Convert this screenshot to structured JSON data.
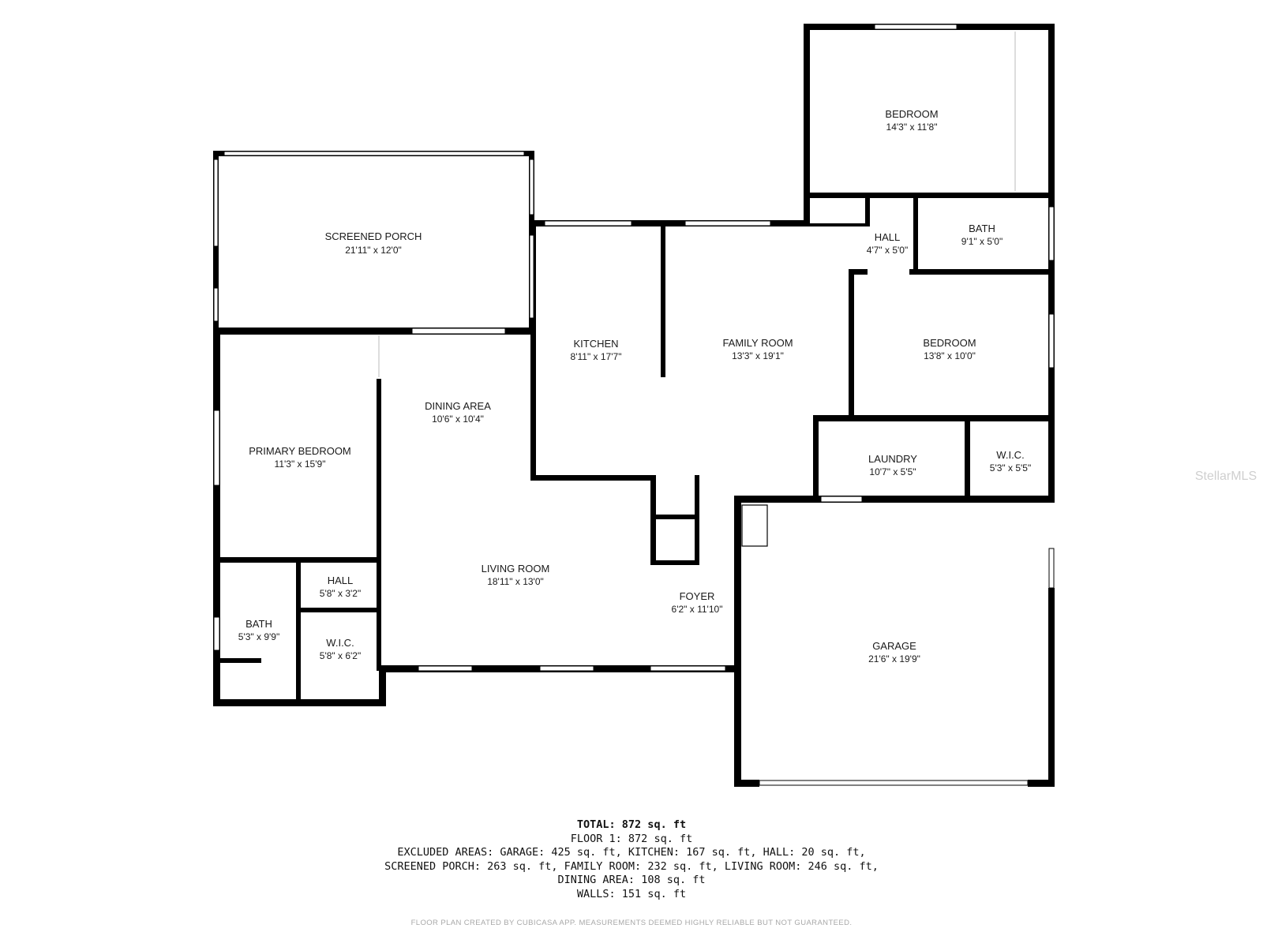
{
  "rooms": {
    "screened_porch": {
      "name": "SCREENED PORCH",
      "dims": "21'11\" x 12'0\""
    },
    "kitchen": {
      "name": "KITCHEN",
      "dims": "8'11\" x 17'7\""
    },
    "family_room": {
      "name": "FAMILY ROOM",
      "dims": "13'3\" x 19'1\""
    },
    "bedroom_top": {
      "name": "BEDROOM",
      "dims": "14'3\" x 11'8\""
    },
    "hall_top": {
      "name": "HALL",
      "dims": "4'7\" x 5'0\""
    },
    "bath_top": {
      "name": "BATH",
      "dims": "9'1\" x 5'0\""
    },
    "bedroom_mid": {
      "name": "BEDROOM",
      "dims": "13'8\" x 10'0\""
    },
    "dining_area": {
      "name": "DINING AREA",
      "dims": "10'6\" x 10'4\""
    },
    "primary_bedroom": {
      "name": "PRIMARY BEDROOM",
      "dims": "11'3\" x 15'9\""
    },
    "laundry": {
      "name": "LAUNDRY",
      "dims": "10'7\" x 5'5\""
    },
    "wic_right": {
      "name": "W.I.C.",
      "dims": "5'3\" x 5'5\""
    },
    "hall_left": {
      "name": "HALL",
      "dims": "5'8\" x 3'2\""
    },
    "living_room": {
      "name": "LIVING ROOM",
      "dims": "18'11\" x 13'0\""
    },
    "foyer": {
      "name": "FOYER",
      "dims": "6'2\" x 11'10\""
    },
    "bath_left": {
      "name": "BATH",
      "dims": "5'3\" x 9'9\""
    },
    "wic_left": {
      "name": "W.I.C.",
      "dims": "5'8\" x 6'2\""
    },
    "garage": {
      "name": "GARAGE",
      "dims": "21'6\" x 19'9\""
    }
  },
  "watermark": "StellarMLS",
  "summary": {
    "total": "TOTAL: 872 sq. ft",
    "floor1": "FLOOR 1: 872 sq. ft",
    "excluded_1": "EXCLUDED AREAS: GARAGE: 425 sq. ft, KITCHEN: 167 sq. ft, HALL: 20 sq. ft,",
    "excluded_2": "SCREENED PORCH: 263 sq. ft, FAMILY ROOM: 232 sq. ft, LIVING ROOM: 246 sq. ft,",
    "excluded_3": "DINING AREA: 108 sq. ft",
    "walls": "WALLS: 151 sq. ft"
  },
  "disclaimer": "FLOOR PLAN CREATED BY CUBICASA APP. MEASUREMENTS DEEMED HIGHLY RELIABLE BUT NOT GUARANTEED.",
  "colors": {
    "wall": "#000000",
    "window": "#ffffff",
    "text": "#1a1a1a",
    "watermark": "#cfcfcf",
    "disclaimer": "#a8a8a8"
  }
}
